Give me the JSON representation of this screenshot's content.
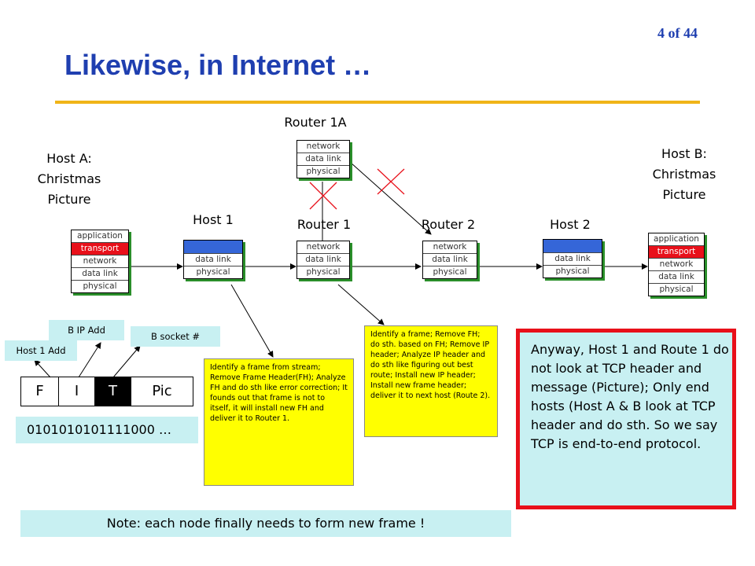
{
  "slide": {
    "page_number": "4 of 44",
    "title": "Likewise, in Internet …"
  },
  "nodes": {
    "host_a": {
      "label_lines": [
        "Host A:",
        "Christmas",
        "Picture"
      ],
      "layers": [
        "application",
        "transport",
        "network",
        "data link",
        "physical"
      ]
    },
    "host_1": {
      "label": "Host 1",
      "layers": [
        "data link",
        "physical"
      ]
    },
    "router_1": {
      "label": "Router 1",
      "layers": [
        "network",
        "data link",
        "physical"
      ]
    },
    "router_1a": {
      "label": "Router 1A",
      "layers": [
        "network",
        "data link",
        "physical"
      ]
    },
    "router_2": {
      "label": "Router 2",
      "layers": [
        "network",
        "data link",
        "physical"
      ]
    },
    "host_2": {
      "label": "Host 2",
      "layers": [
        "data link",
        "physical"
      ]
    },
    "host_b": {
      "label_lines": [
        "Host B:",
        "Christmas",
        "Picture"
      ],
      "layers": [
        "application",
        "transport",
        "network",
        "data link",
        "physical"
      ]
    }
  },
  "frame": {
    "host1_add": "Host 1 Add",
    "b_ip_add": "B IP Add",
    "b_socket": "B socket #",
    "cells": [
      "F",
      "I",
      "T",
      "Pic"
    ],
    "bits": "0101010101111000 …"
  },
  "notes": {
    "host1_note": "Identify a frame from stream; Remove Frame Header(FH); Analyze FH and do sth like error correction; It founds out that frame is not to itself, it will install new FH and deliver it to Router 1.",
    "router1_note": "Identify a frame; Remove FH; do sth. based on FH; Remove IP header; Analyze IP header and do sth like figuring out best route; Install new IP header; Install new frame header; deliver it to next host (Route 2).",
    "anyway": "Anyway, Host 1 and Route 1 do not look at TCP header and message (Picture); Only end hosts (Host A & B look at TCP header and do sth. So we say TCP is end-to-end protocol.",
    "bottom": "Note: each node finally needs to form new frame !"
  }
}
